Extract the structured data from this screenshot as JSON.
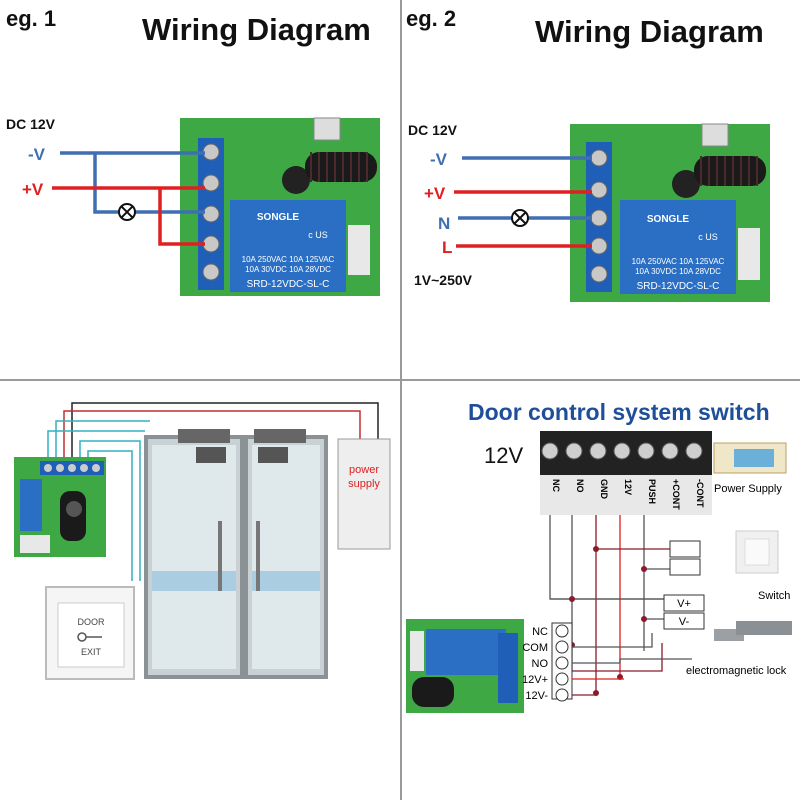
{
  "panel1": {
    "tag": "eg. 1",
    "title": "Wiring Diagram",
    "dc_label": "DC 12V",
    "neg_label": "-V",
    "pos_label": "+V"
  },
  "panel2": {
    "tag": "eg. 2",
    "title": "Wiring Diagram",
    "dc_label": "DC 12V",
    "neg_label": "-V",
    "pos_label": "+V",
    "n_label": "N",
    "l_label": "L",
    "ac_label": "1V~250V"
  },
  "relay": {
    "brand": "SONGLE",
    "cert": "c US",
    "rating1": "10A 250VAC  10A 125VAC",
    "rating2": "10A  30VDC  10A  28VDC",
    "model": "SRD-12VDC-SL-C"
  },
  "panel3": {
    "power_supply_label": "power supply",
    "exit_button_top": "DOOR",
    "exit_button_bottom": "EXIT"
  },
  "panel4": {
    "title": "Door control system switch",
    "voltage": "12V",
    "terminals": [
      "NC",
      "NO",
      "GND",
      "12V",
      "PUSH",
      "+CONT",
      "-CONT"
    ],
    "power_supply": "Power Supply",
    "switch": "Switch",
    "lock": "electromagnetic lock",
    "v_plus": "V+",
    "v_minus": "V-",
    "relay_pins": [
      "NC",
      "COM",
      "NO",
      "12V+",
      "12V-"
    ]
  },
  "colors": {
    "wire_blue": "#3f6fb2",
    "wire_red": "#e02020",
    "pcb_green": "#3da844",
    "relay_blue": "#2b6fc4",
    "terminal_blue": "#1f5fb8",
    "title_blue": "#1f4f9a",
    "wire_dark_red": "#8b1a2a"
  }
}
